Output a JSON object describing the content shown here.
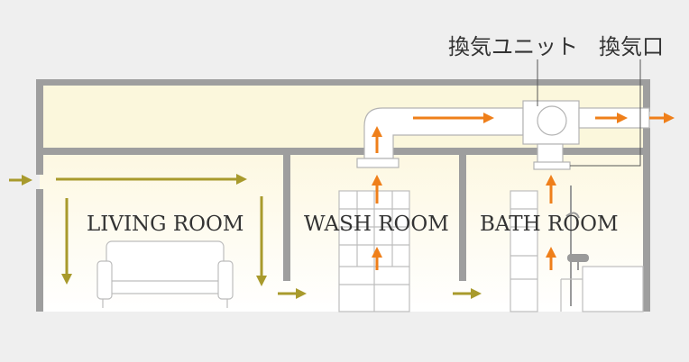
{
  "labels": {
    "ventilation_unit": "換気ユニット",
    "exhaust_port": "換気口"
  },
  "rooms": [
    {
      "label": "LIVING ROOM"
    },
    {
      "label": "WASH ROOM"
    },
    {
      "label": "BATH ROOM"
    }
  ],
  "colors": {
    "background": "#efefef",
    "wall": "#9e9e9e",
    "ceiling_space": "#fbf7dc",
    "room_fill": "#fffef6",
    "airflow_supply": "#a89a2c",
    "airflow_exhaust": "#ef7f1a",
    "duct": "#ffffff",
    "outline": "#b3b3b3"
  },
  "icons": [
    "sofa-icon",
    "cabinet-icon",
    "shower-icon",
    "bathtub-icon",
    "fan-unit-icon"
  ]
}
